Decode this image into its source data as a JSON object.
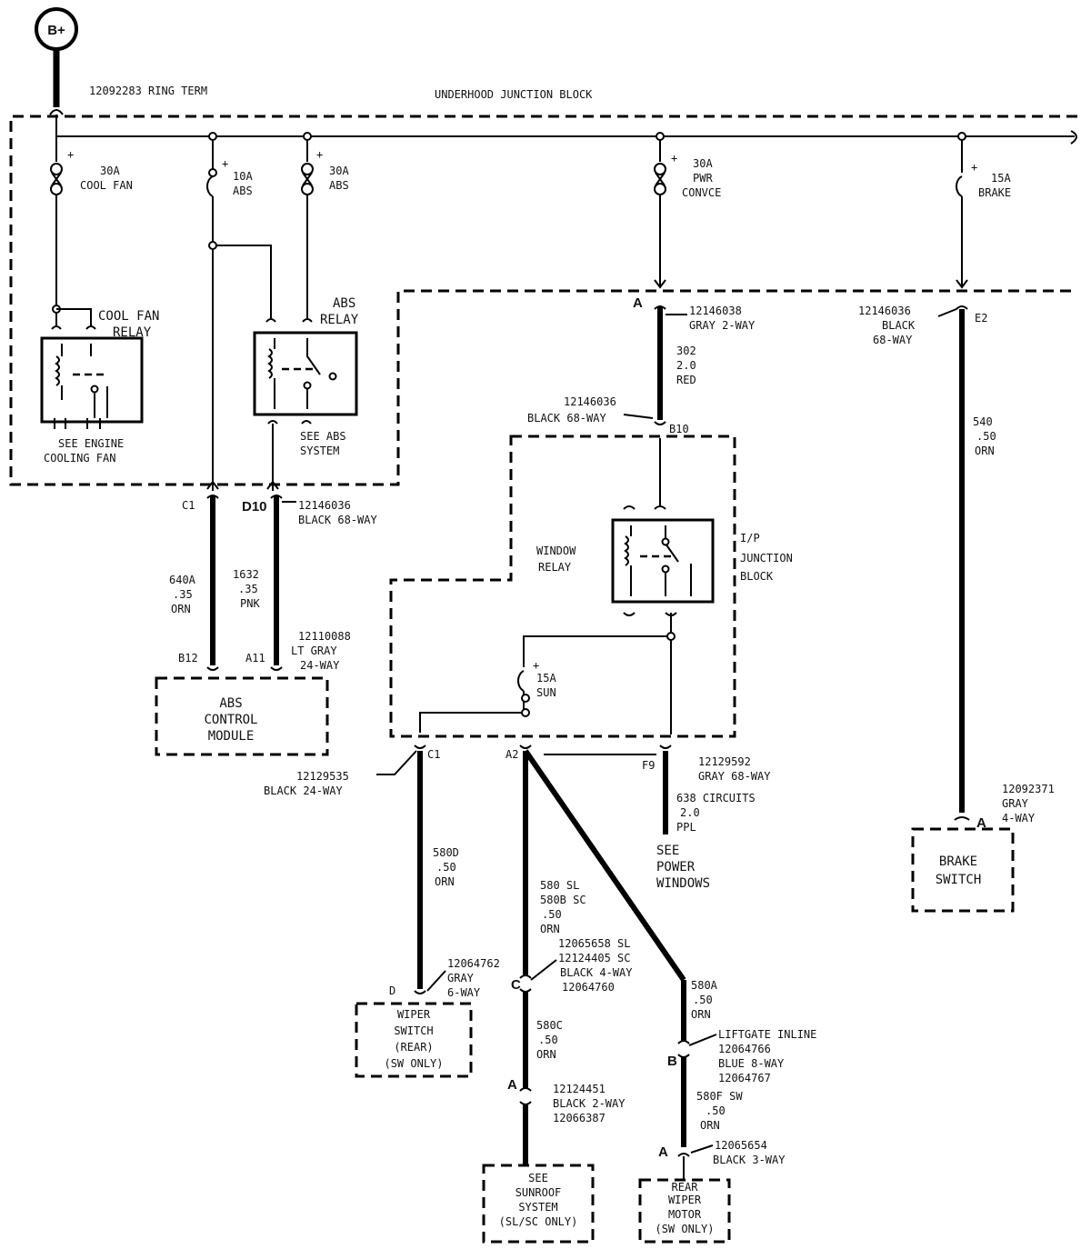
{
  "battery": {
    "label": "B+"
  },
  "ring_term": "12092283  RING TERM",
  "junction_block": "UNDERHOOD JUNCTION BLOCK",
  "fuses": {
    "cool_fan": [
      "30A",
      "COOL FAN"
    ],
    "abs10": [
      "10A",
      "ABS"
    ],
    "abs30": [
      "30A",
      "ABS"
    ],
    "pwr": [
      "30A",
      "PWR",
      "CONVCE"
    ],
    "brake": [
      "15A",
      "BRAKE"
    ],
    "sun": [
      "15A",
      "SUN"
    ]
  },
  "plus": "+",
  "cool_fan_relay": [
    "COOL FAN",
    "RELAY"
  ],
  "abs_relay": [
    "ABS",
    "RELAY"
  ],
  "see_engine": [
    "SEE ENGINE",
    "COOLING FAN"
  ],
  "see_abs": [
    "SEE ABS",
    "SYSTEM"
  ],
  "conn_a_top": {
    "pin": "A",
    "lines": [
      "12146038",
      "GRAY 2-WAY"
    ]
  },
  "wire_302": [
    "302",
    "2.0",
    "RED"
  ],
  "conn_b10": {
    "pin": "B10",
    "lines": [
      "12146036",
      "BLACK 68-WAY"
    ]
  },
  "conn_e2": {
    "pin": "E2",
    "lines": [
      "12146036",
      "BLACK",
      "68-WAY"
    ]
  },
  "wire_540": [
    "540",
    ".50",
    "ORN"
  ],
  "window_relay": [
    "WINDOW",
    "RELAY"
  ],
  "ip_junction": [
    "I/P",
    "JUNCTION",
    "BLOCK"
  ],
  "conn_c1_d10": {
    "c1": "C1",
    "d10": "D10",
    "lines": [
      "12146036",
      "BLACK 68-WAY"
    ]
  },
  "wire_640a": [
    "640A",
    ".35",
    "ORN"
  ],
  "wire_1632": [
    "1632",
    ".35",
    "PNK"
  ],
  "conn_b12_a11": {
    "b12": "B12",
    "a11": "A11",
    "lines": [
      "12110088",
      "LT GRAY",
      "24-WAY"
    ]
  },
  "abs_module": [
    "ABS",
    "CONTROL",
    "MODULE"
  ],
  "conn_c1_lower": {
    "pin": "C1",
    "lines": [
      "12129535",
      "BLACK 24-WAY"
    ]
  },
  "conn_a2": "A2",
  "conn_f9": {
    "pin": "F9",
    "lines": [
      "12129592",
      "GRAY 68-WAY"
    ]
  },
  "wire_638": [
    "638 CIRCUITS",
    "2.0",
    "PPL"
  ],
  "see_power": [
    "SEE",
    "POWER",
    "WINDOWS"
  ],
  "conn_brake_a": {
    "pin": "A",
    "lines": [
      "12092371",
      "GRAY",
      "4-WAY"
    ]
  },
  "brake_switch": [
    "BRAKE",
    "SWITCH"
  ],
  "wire_580d": [
    "580D",
    ".50",
    "ORN"
  ],
  "wire_580": [
    "580  SL",
    "580B  SC",
    ".50",
    "ORN"
  ],
  "conn_c": {
    "pin": "C",
    "lines": [
      "12065658 SL",
      "12124405 SC",
      "BLACK 4-WAY",
      "12064760"
    ]
  },
  "conn_d": {
    "pin": "D",
    "lines": [
      "12064762",
      "GRAY",
      "6-WAY"
    ]
  },
  "wiper_switch": [
    "WIPER",
    "SWITCH",
    "(REAR)",
    "(SW ONLY)"
  ],
  "wire_580c": [
    "580C",
    ".50",
    "ORN"
  ],
  "wire_580a": [
    "580A",
    ".50",
    "ORN"
  ],
  "conn_b_liftgate": {
    "pin": "B",
    "lines": [
      "LIFTGATE INLINE",
      "12064766",
      "BLUE 8-WAY",
      "12064767"
    ]
  },
  "conn_a_sun": {
    "pin": "A",
    "lines": [
      "12124451",
      "BLACK 2-WAY",
      "12066387"
    ]
  },
  "wire_580f": [
    "580F SW",
    ".50",
    "ORN"
  ],
  "conn_a_wiper": {
    "pin": "A",
    "lines": [
      "12065654",
      "BLACK 3-WAY"
    ]
  },
  "sunroof": [
    "SEE",
    "SUNROOF",
    "SYSTEM",
    "(SL/SC ONLY)"
  ],
  "rear_wiper": [
    "REAR",
    "WIPER",
    "MOTOR",
    "(SW ONLY)"
  ]
}
